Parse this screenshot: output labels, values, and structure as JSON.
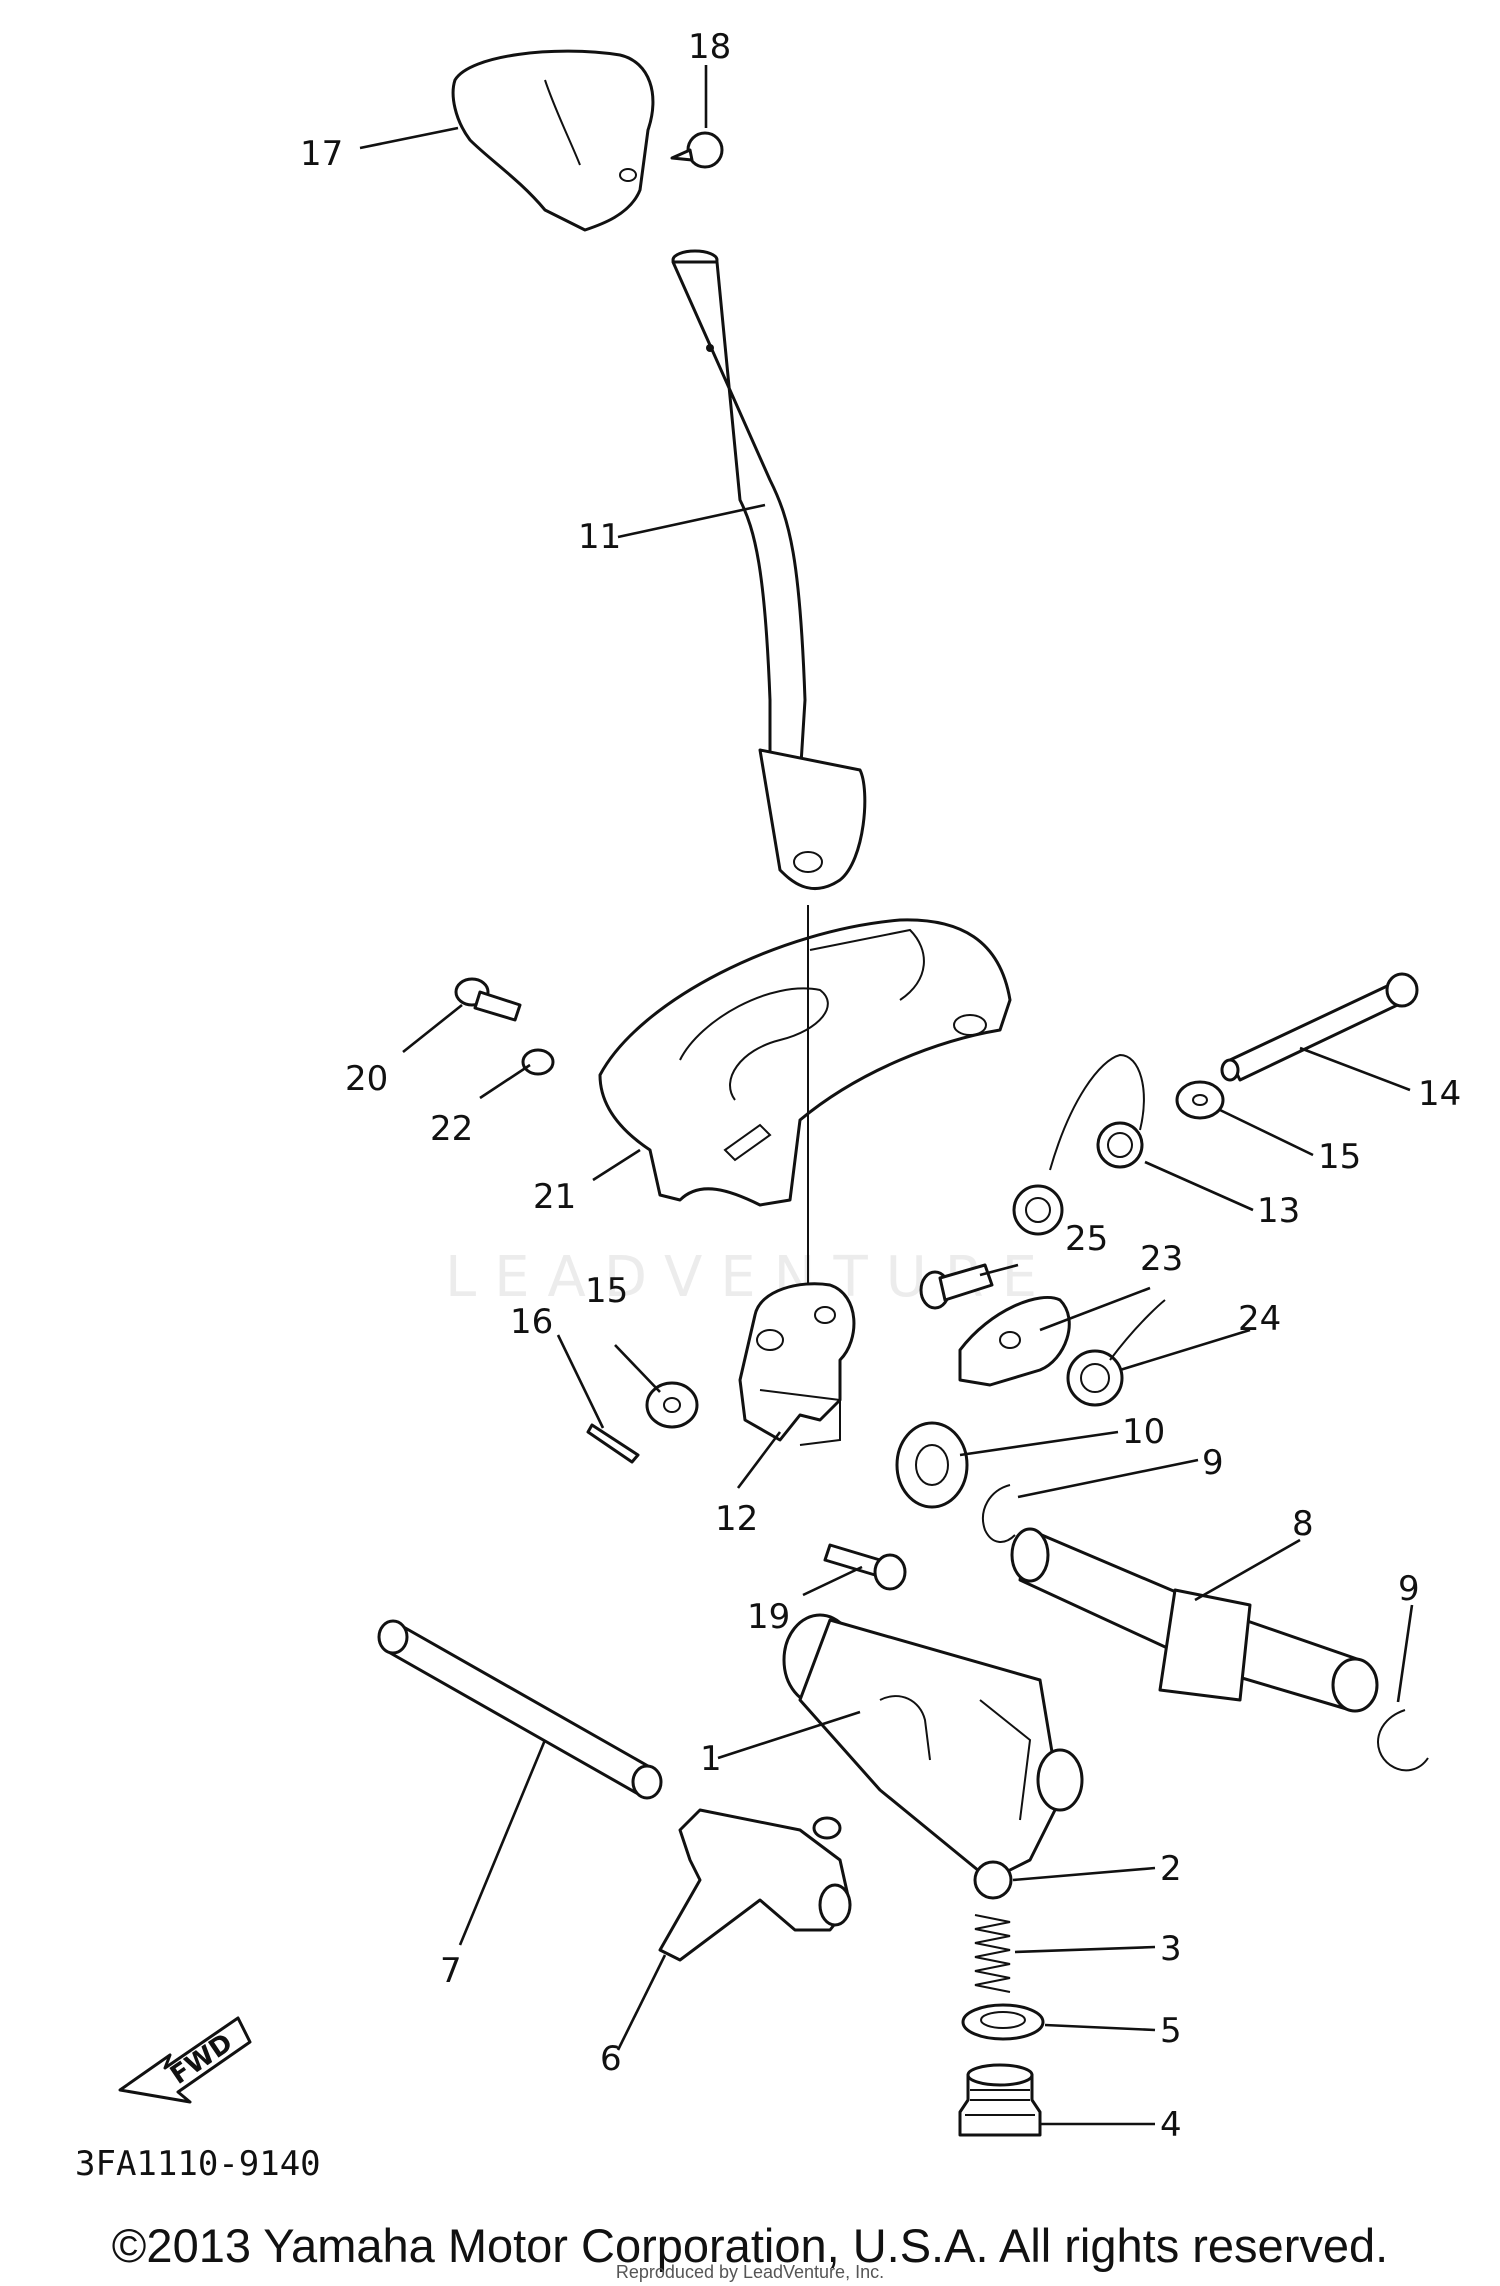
{
  "diagram": {
    "watermark": "LEADVENTURE",
    "code": "3FA1110-9140",
    "copyright": "©2013 Yamaha Motor Corporation, U.S.A. All rights reserved.",
    "reproduced": "Reproduced by LeadVenture, Inc.",
    "direction_label": "FWD",
    "callouts": [
      "1",
      "2",
      "3",
      "4",
      "5",
      "6",
      "7",
      "8",
      "9",
      "9",
      "10",
      "11",
      "12",
      "13",
      "14",
      "15",
      "15",
      "16",
      "17",
      "18",
      "19",
      "20",
      "21",
      "22",
      "23",
      "24",
      "25"
    ]
  }
}
